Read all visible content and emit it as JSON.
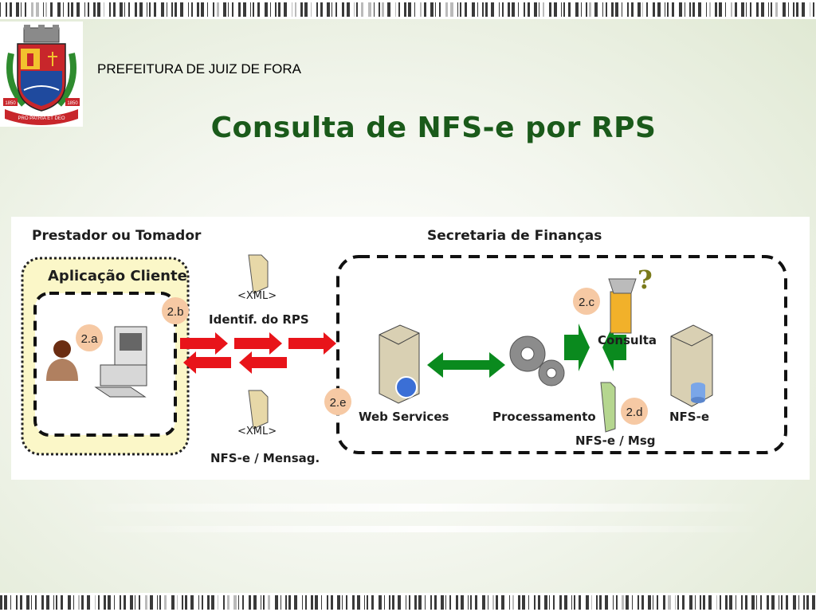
{
  "header": {
    "organization": "PREFEITURA DE JUIZ DE FORA",
    "title": "Consulta de NFS-e por RPS"
  },
  "logo": {
    "icon": "coat-of-arms-icon",
    "text_left": "1850",
    "text_right": "1850",
    "motto": "PRO PATRIA ET DEO"
  },
  "diagram": {
    "left_group": "Prestador ou Tomador",
    "client_app": "Aplicação Cliente",
    "right_group": "Secretaria de Finanças",
    "xml_tag": "<XML>",
    "request_label": "Identif. do RPS",
    "response_label": "NFS-e / Mensag.",
    "web_services": "Web Services",
    "processing": "Processamento",
    "query": "Consulta",
    "nfse_db": "NFS-e",
    "nfse_msg": "NFS-e / Msg",
    "steps": {
      "a": "2.a",
      "b": "2.b",
      "c": "2.c",
      "d": "2.d",
      "e": "2.e"
    },
    "colors": {
      "request_arrows": "#e8141a",
      "internal_arrows": "#0a8a1e",
      "step_badge": "#f6c9a4",
      "client_area": "#fbf7c8"
    }
  }
}
